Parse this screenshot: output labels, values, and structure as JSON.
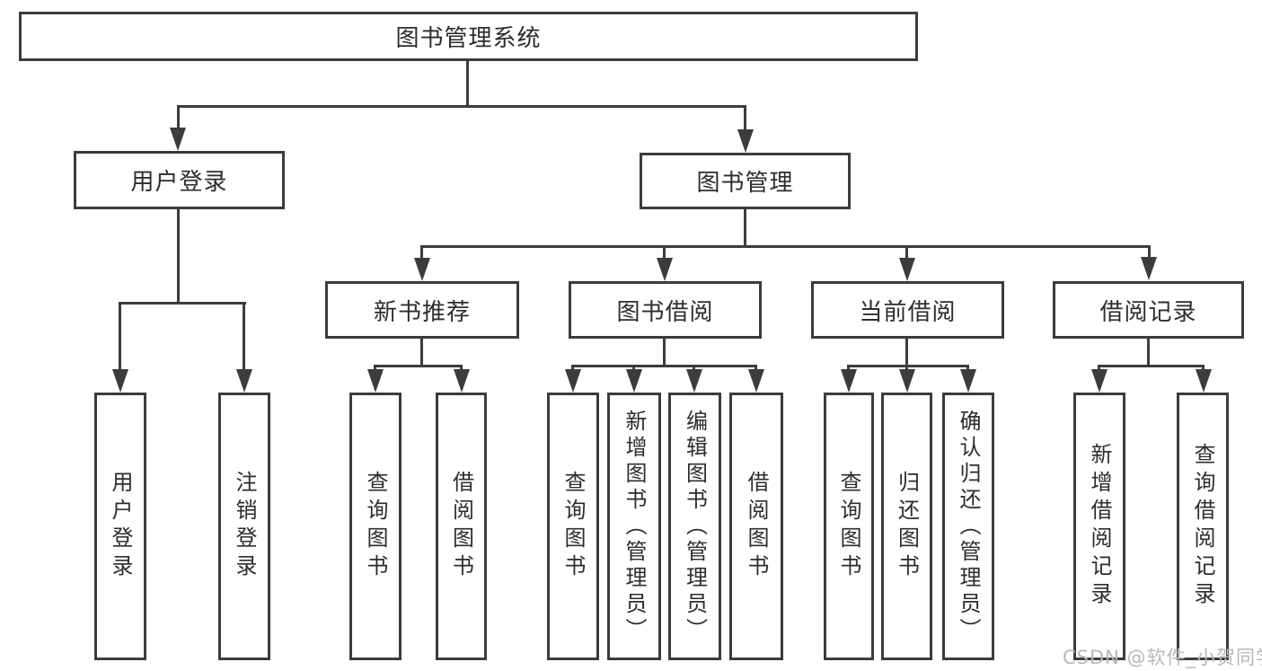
{
  "diagram": {
    "nodes": {
      "root": "图书管理系统",
      "user_login": "用户登录",
      "book_mgmt": "图书管理",
      "ul_login": "用户登录",
      "ul_logout": "注销登录",
      "new_rec": "新书推荐",
      "book_borrow": "图书借阅",
      "cur_borrow": "当前借阅",
      "borrow_rec": "借阅记录",
      "nr_query": "查询图书",
      "nr_borrow": "借阅图书",
      "bb_query": "查询图书",
      "bb_add": "新增图书（管理员）",
      "bb_edit": "编辑图书（管理员）",
      "bb_borrow": "借阅图书",
      "cb_query": "查询图书",
      "cb_return": "归还图书",
      "cb_confirm": "确认归还（管理员）",
      "br_add": "新增借阅记录",
      "br_query": "查询借阅记录"
    },
    "watermark": "CSDN @软件_小贺同学"
  }
}
